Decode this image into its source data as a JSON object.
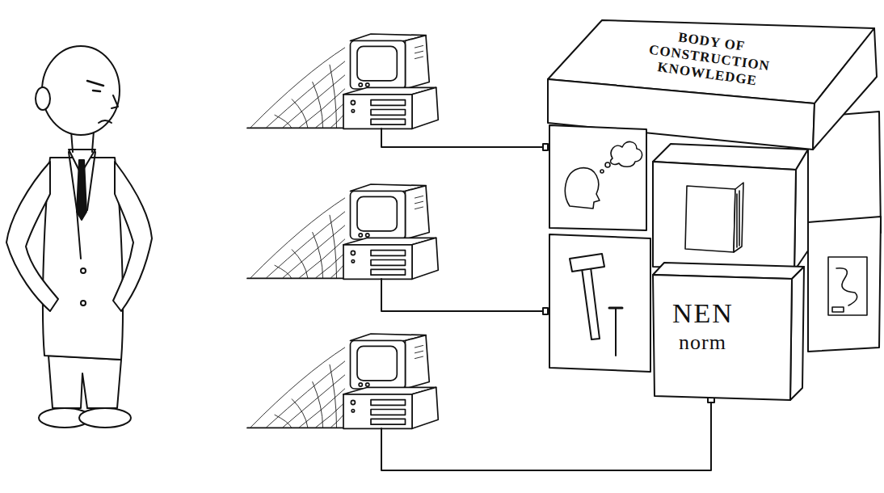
{
  "diagram": {
    "nodes": [
      {
        "text": [
          "BODY OF CONSTRUCTION KNOWLEDGE"
        ]
      },
      {
        "text": [
          "NEN",
          "norm"
        ]
      }
    ]
  }
}
